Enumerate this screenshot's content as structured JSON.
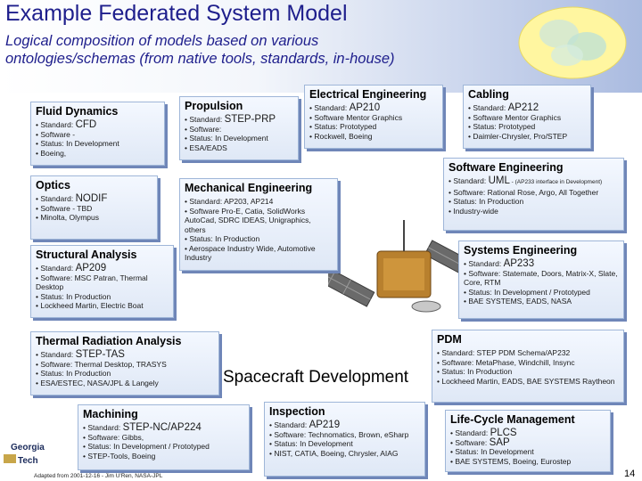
{
  "header": {
    "title": "Example Federated System Model",
    "subtitle_line1": "Logical composition of models based on various",
    "subtitle_line2": "ontologies/schemas (from native tools, standards, in-house)"
  },
  "center_label": "Spacecraft Development",
  "footer": {
    "credit": "Adapted from 2001-12-16 - Jim U'Ren, NASA-JPL",
    "page_number": "14",
    "logo_line1": "Georgia",
    "logo_line2": "Tech"
  },
  "boxes": {
    "fluid": {
      "title": "Fluid Dynamics",
      "items": [
        {
          "label": "• Standard: ",
          "value": "CFD"
        },
        {
          "label": "• Software - ",
          "value": ""
        },
        {
          "label": "• Status: In Development",
          "value": ""
        },
        {
          "label": "• Boeing,",
          "value": ""
        }
      ]
    },
    "propulsion": {
      "title": "Propulsion",
      "items": [
        {
          "label": "• Standard: ",
          "value": "STEP-PRP"
        },
        {
          "label": "• Software:",
          "value": ""
        },
        {
          "label": "• Status: In Development",
          "value": ""
        },
        {
          "label": "• ESA/EADS",
          "value": ""
        }
      ]
    },
    "electrical": {
      "title": "Electrical Engineering",
      "items": [
        {
          "label": "• Standard: ",
          "value": "AP210"
        },
        {
          "label": "• Software Mentor Graphics",
          "value": ""
        },
        {
          "label": "• Status: Prototyped",
          "value": ""
        },
        {
          "label": "• Rockwell, Boeing",
          "value": ""
        }
      ]
    },
    "cabling": {
      "title": "Cabling",
      "items": [
        {
          "label": "• Standard: ",
          "value": "AP212"
        },
        {
          "label": "• Software Mentor Graphics",
          "value": ""
        },
        {
          "label": "• Status: Prototyped",
          "value": ""
        },
        {
          "label": "• Daimler-Chrysler, Pro/STEP",
          "value": ""
        }
      ]
    },
    "software": {
      "title": "Software Engineering",
      "items": [
        {
          "label": "• Standard: ",
          "value": "UML",
          "small": " - (AP233 interface in Development)"
        },
        {
          "label": "• Software: Rational Rose, Argo, All Together",
          "value": ""
        },
        {
          "label": "• Status: In Production",
          "value": ""
        },
        {
          "label": "• Industry-wide",
          "value": ""
        }
      ]
    },
    "optics": {
      "title": "Optics",
      "items": [
        {
          "label": "• Standard: ",
          "value": "NODIF"
        },
        {
          "label": "• Software - TBD",
          "value": ""
        },
        {
          "label": "• Minolta, Olympus",
          "value": ""
        }
      ]
    },
    "mechanical": {
      "title": "Mechanical Engineering",
      "items": [
        {
          "label": "• Standard: AP203, AP214",
          "value": ""
        },
        {
          "label": "• Software Pro-E, Catia, SolidWorks AutoCad, SDRC IDEAS, Unigraphics, others",
          "value": ""
        },
        {
          "label": "• Status: In Production",
          "value": ""
        },
        {
          "label": "• Aerospace Industry Wide, Automotive Industry",
          "value": ""
        }
      ]
    },
    "structural": {
      "title": "Structural Analysis",
      "items": [
        {
          "label": "• Standard: ",
          "value": "AP209"
        },
        {
          "label": "• Software: MSC Patran, Thermal Desktop",
          "value": ""
        },
        {
          "label": "• Status: In Production",
          "value": ""
        },
        {
          "label": "• Lockheed Martin, Electric Boat",
          "value": ""
        }
      ]
    },
    "systems": {
      "title": "Systems Engineering",
      "items": [
        {
          "label": "• Standard: ",
          "value": "AP233"
        },
        {
          "label": "• Software: Statemate, Doors, Matrix-X, Slate, Core, RTM",
          "value": ""
        },
        {
          "label": "• Status: In Development / Prototyped",
          "value": ""
        },
        {
          "label": "• BAE SYSTEMS, EADS, NASA",
          "value": ""
        }
      ]
    },
    "thermal": {
      "title": "Thermal Radiation Analysis",
      "items": [
        {
          "label": "• Standard: ",
          "value": "STEP-TAS"
        },
        {
          "label": "• Software: Thermal Desktop, TRASYS",
          "value": ""
        },
        {
          "label": "• Status: In Production",
          "value": ""
        },
        {
          "label": "• ESA/ESTEC, NASA/JPL & Langely",
          "value": ""
        }
      ]
    },
    "pdm": {
      "title": "PDM",
      "items": [
        {
          "label": "• Standard: STEP PDM Schema/AP232",
          "value": ""
        },
        {
          "label": "• Software: MetaPhase, Windchill, Insync",
          "value": ""
        },
        {
          "label": "• Status: In Production",
          "value": ""
        },
        {
          "label": "• Lockheed Martin, EADS, BAE SYSTEMS Raytheon",
          "value": ""
        }
      ]
    },
    "machining": {
      "title": "Machining",
      "items": [
        {
          "label": "• Standard: ",
          "value": "STEP-NC/AP224"
        },
        {
          "label": "• Software: Gibbs,",
          "value": ""
        },
        {
          "label": "• Status: In Development / Prototyped",
          "value": ""
        },
        {
          "label": "• STEP-Tools, Boeing",
          "value": ""
        }
      ]
    },
    "inspection": {
      "title": "Inspection",
      "items": [
        {
          "label": "• Standard: ",
          "value": "AP219"
        },
        {
          "label": "• Software: Technomatics, Brown, eSharp",
          "value": ""
        },
        {
          "label": "• Status: In Development",
          "value": ""
        },
        {
          "label": "• NIST, CATIA, Boeing, Chrysler, AIAG",
          "value": ""
        }
      ]
    },
    "lifecycle": {
      "title": "Life-Cycle Management",
      "items": [
        {
          "label": "• Standard: ",
          "value": "PLCS"
        },
        {
          "label": "• Software: ",
          "value": "SAP"
        },
        {
          "label": "• Status: In Development",
          "value": ""
        },
        {
          "label": "• BAE SYSTEMS, Boeing, Eurostep",
          "value": ""
        }
      ]
    }
  }
}
